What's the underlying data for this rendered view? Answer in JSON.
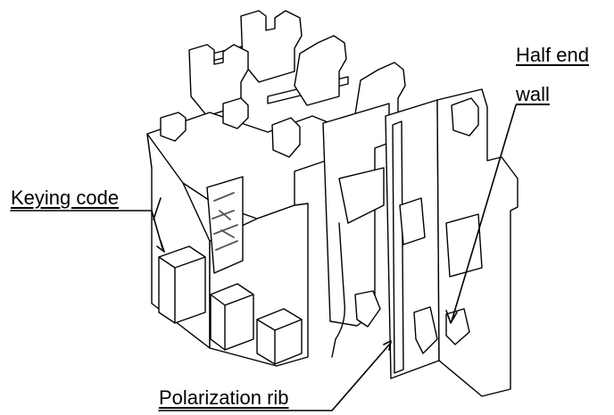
{
  "labels": {
    "keying_code": "Keying code",
    "half_end_wall_line1": "Half end",
    "half_end_wall_line2": "wall",
    "polarization_rib": "Polarization rib"
  },
  "colors": {
    "line": "#000000",
    "fill": "#ffffff",
    "hatch": "#555555"
  }
}
